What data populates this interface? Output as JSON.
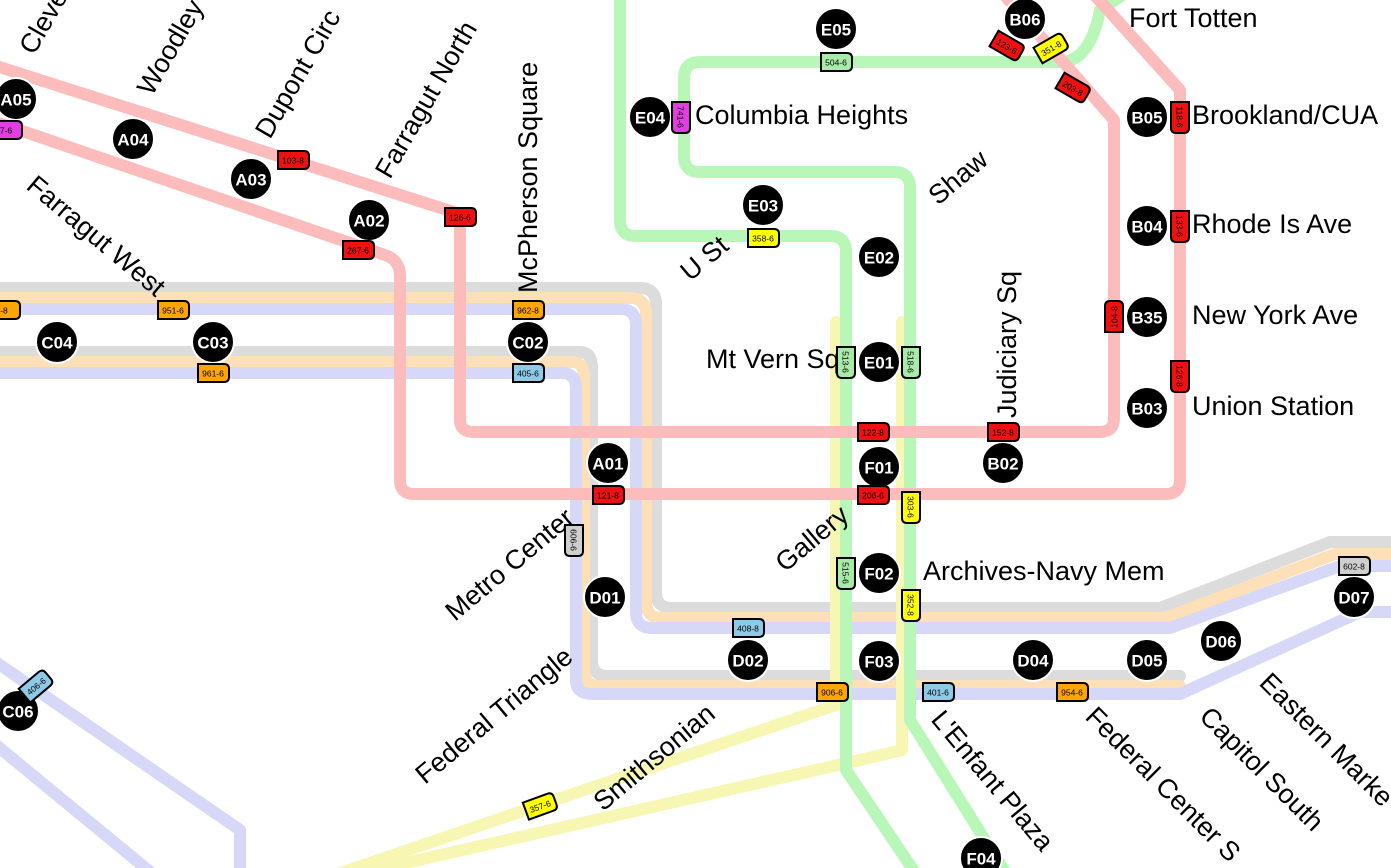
{
  "colors": {
    "red_line": "#fcbcbc",
    "green_line": "#b8f7b8",
    "yellow_line": "#f7f7b3",
    "blue_line": "#d7d7f8",
    "orange_line": "#fde0b8",
    "silver_line": "#dcdcdc",
    "red_train": "#ee1111",
    "green_train": "#a8eaa8",
    "yellow_train": "#ffff00",
    "blue_train": "#8ecae6",
    "orange_train": "#ffa500",
    "silver_train": "#cfcfcf",
    "magenta_train": "#e23fe2",
    "station": "#000000"
  },
  "stations": [
    {
      "code": "A05",
      "name": "Cleve"
    },
    {
      "code": "A04",
      "name": "Woodley"
    },
    {
      "code": "A03",
      "name": "Dupont Circ"
    },
    {
      "code": "A02",
      "name": "Farragut North"
    },
    {
      "code": "A01",
      "name": "Metro Center"
    },
    {
      "code": "B06",
      "name": "Fort Totten"
    },
    {
      "code": "B05",
      "name": "Brookland/CUA"
    },
    {
      "code": "B04",
      "name": "Rhode Is Ave"
    },
    {
      "code": "B35",
      "name": "New York Ave"
    },
    {
      "code": "B03",
      "name": "Union Station"
    },
    {
      "code": "B02",
      "name": "Judiciary Sq"
    },
    {
      "code": "C06",
      "name": ""
    },
    {
      "code": "C04",
      "name": ""
    },
    {
      "code": "C03",
      "name": "Farragut West"
    },
    {
      "code": "C02",
      "name": "McPherson Square"
    },
    {
      "code": "D01",
      "name": "Federal Triangle"
    },
    {
      "code": "D02",
      "name": "Smithsonian"
    },
    {
      "code": "D04",
      "name": "Federal Center S"
    },
    {
      "code": "D05",
      "name": "Capitol South"
    },
    {
      "code": "D06",
      "name": "Eastern Marke"
    },
    {
      "code": "D07",
      "name": ""
    },
    {
      "code": "E05",
      "name": ""
    },
    {
      "code": "E04",
      "name": "Columbia Heights"
    },
    {
      "code": "E03",
      "name": "U St"
    },
    {
      "code": "E02",
      "name": "Shaw"
    },
    {
      "code": "E01",
      "name": "Mt Vern Sq"
    },
    {
      "code": "F01",
      "name": "Gallery"
    },
    {
      "code": "F02",
      "name": "Archives-Navy Mem"
    },
    {
      "code": "F03",
      "name": "L'Enfant Plaza"
    },
    {
      "code": "F04",
      "name": ""
    }
  ],
  "trains": [
    {
      "id": "103-8",
      "line": "red"
    },
    {
      "id": "126-6",
      "line": "red"
    },
    {
      "id": "267-6",
      "line": "red"
    },
    {
      "id": "121-8",
      "line": "red"
    },
    {
      "id": "206-6",
      "line": "red"
    },
    {
      "id": "122-8",
      "line": "red"
    },
    {
      "id": "152-8",
      "line": "red"
    },
    {
      "id": "104-8",
      "line": "red"
    },
    {
      "id": "118-6",
      "line": "red"
    },
    {
      "id": "133-6",
      "line": "red"
    },
    {
      "id": "126-8",
      "line": "red"
    },
    {
      "id": "123-6",
      "line": "red"
    },
    {
      "id": "203-8",
      "line": "red"
    },
    {
      "id": "351-8",
      "line": "yellow"
    },
    {
      "id": "358-6",
      "line": "yellow"
    },
    {
      "id": "303-6",
      "line": "yellow"
    },
    {
      "id": "352-8",
      "line": "yellow"
    },
    {
      "id": "357-6",
      "line": "yellow"
    },
    {
      "id": "504-6",
      "line": "green"
    },
    {
      "id": "513-6",
      "line": "green"
    },
    {
      "id": "518-6",
      "line": "green"
    },
    {
      "id": "515-6",
      "line": "green"
    },
    {
      "id": "741-6",
      "line": "magenta"
    },
    {
      "id": "962-8",
      "line": "orange"
    },
    {
      "id": "951-6",
      "line": "orange"
    },
    {
      "id": "961-6",
      "line": "orange"
    },
    {
      "id": "906-6",
      "line": "orange"
    },
    {
      "id": "954-6",
      "line": "orange"
    },
    {
      "id": "405-6",
      "line": "blue"
    },
    {
      "id": "408-8",
      "line": "blue"
    },
    {
      "id": "401-6",
      "line": "blue"
    },
    {
      "id": "406-6",
      "line": "blue"
    },
    {
      "id": "606-6",
      "line": "silver"
    },
    {
      "id": "602-8",
      "line": "silver"
    },
    {
      "id": "-8",
      "line": "orange"
    },
    {
      "id": "7-6",
      "line": "magenta"
    }
  ]
}
